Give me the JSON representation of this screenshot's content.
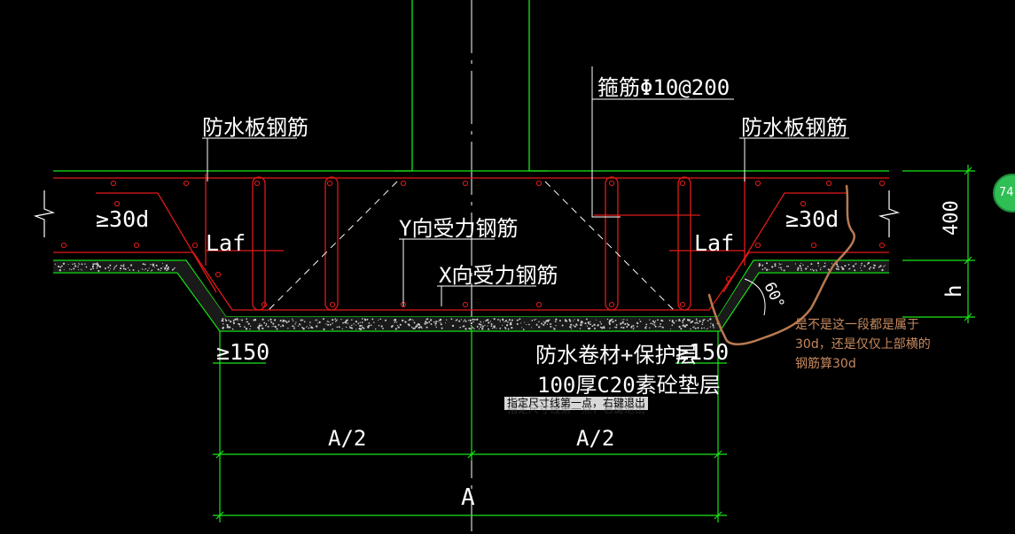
{
  "labels": {
    "stirrup": "箍筋Φ10@200",
    "waterproof_left": "防水板钢筋",
    "waterproof_right": "防水板钢筋",
    "y_rebar": "Y向受力钢筋",
    "x_rebar": "X向受力钢筋",
    "anchor_30d_left": "≥30d",
    "anchor_30d_right": "≥30d",
    "laf_left": "Laf",
    "laf_right": "Laf",
    "dim_150_left": "≥150",
    "dim_150_right": "≥150",
    "membrane": "防水卷材+保护层",
    "cushion": "100厚C20素砼垫层",
    "half_left": "A/2",
    "half_right": "A/2",
    "total": "A",
    "thickness": "400",
    "h": "h",
    "angle": "60°"
  },
  "tooltip": {
    "text": "指定尺寸线第一点，右键退出"
  },
  "annotation": {
    "question": "是不是这一段都是属于30d，还是仅仅上部横的钢筋算30d"
  },
  "badge": {
    "count": "74"
  },
  "colors": {
    "green": "#19e619",
    "red": "#e11919",
    "white": "#ffffff",
    "orange": "#b87a50"
  }
}
